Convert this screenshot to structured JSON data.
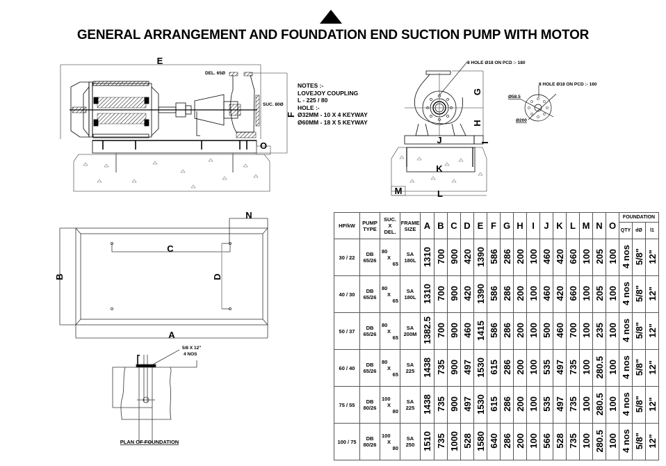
{
  "header": {
    "title": "GENERAL ARRANGEMENT AND FOUNDATION END SUCTION PUMP WITH MOTOR",
    "logo_icon": "triangle-logo-icon"
  },
  "side_view": {
    "dim_E": "E",
    "dim_F": "F",
    "dim_O": "O",
    "delivery_label": "DEL. 65Ø",
    "suction_label": "SUC. 80Ø"
  },
  "notes": {
    "lines": [
      "NOTES :-",
      "LOVEJOY COUPLING",
      "L - 225 / 80",
      "HOLE :-",
      "Ø32MM - 10 X 4 KEYWAY",
      "Ø60MM - 18 X 5 KEYWAY"
    ]
  },
  "end_view": {
    "flange_note_delivery": "8 HOLE Ø18 ON PCD :- 180",
    "flange_note_suction": "8 HOLE Ø18 ON PCD :- 160",
    "flange_inner_dia": "Ø58.5",
    "flange_outer_dia": "Ø200",
    "dim_G": "G",
    "dim_H": "H",
    "dim_I": "I",
    "dim_J": "J",
    "dim_K": "K",
    "dim_L": "L",
    "dim_M": "M"
  },
  "plan_view": {
    "dim_A": "A",
    "dim_B": "B",
    "dim_C": "C",
    "dim_D": "D",
    "dim_N": "N"
  },
  "bolt_detail": {
    "bolt_note_line1": "5/8 X 12\"",
    "bolt_note_line2": "4 NOS",
    "caption": "PLAN OF FOUNDATION"
  },
  "table": {
    "headers": {
      "hp_kw": "HP/kW",
      "pump_type": [
        "PUMP",
        "TYPE"
      ],
      "suc_del": [
        "SUC.",
        "X",
        "DEL."
      ],
      "frame_size": [
        "FRAME",
        "SIZE"
      ],
      "dims": [
        "A",
        "B",
        "C",
        "D",
        "E",
        "F",
        "G",
        "H",
        "I",
        "J",
        "K",
        "L",
        "M",
        "N",
        "O"
      ],
      "foundation": "FOUNDATION",
      "foundation_sub": [
        "QTY",
        "dØ",
        "l1"
      ]
    },
    "rows": [
      {
        "hp_kw": "30 / 22",
        "pump": [
          "DB",
          "65/26"
        ],
        "suc": "80",
        "del": "65",
        "frame": [
          "SA",
          "180L"
        ],
        "dims": [
          "1310",
          "700",
          "900",
          "420",
          "1390",
          "586",
          "286",
          "200",
          "100",
          "460",
          "420",
          "660",
          "100",
          "205",
          "100"
        ],
        "qty": "4 nos",
        "d": "5/8\"",
        "l1": "12\""
      },
      {
        "hp_kw": "40 / 30",
        "pump": [
          "DB",
          "65/26"
        ],
        "suc": "80",
        "del": "65",
        "frame": [
          "SA",
          "180L"
        ],
        "dims": [
          "1310",
          "700",
          "900",
          "420",
          "1390",
          "586",
          "286",
          "200",
          "100",
          "460",
          "420",
          "660",
          "100",
          "205",
          "100"
        ],
        "qty": "4 nos",
        "d": "5/8\"",
        "l1": "12\""
      },
      {
        "hp_kw": "50 / 37",
        "pump": [
          "DB",
          "65/26"
        ],
        "suc": "80",
        "del": "65",
        "frame": [
          "SA",
          "200M"
        ],
        "dims": [
          "1382.5",
          "700",
          "900",
          "460",
          "1415",
          "586",
          "286",
          "200",
          "100",
          "500",
          "460",
          "700",
          "100",
          "235",
          "100"
        ],
        "qty": "4 nos",
        "d": "5/8\"",
        "l1": "12\""
      },
      {
        "hp_kw": "60 / 40",
        "pump": [
          "DB",
          "65/26"
        ],
        "suc": "80",
        "del": "65",
        "frame": [
          "SA",
          "225"
        ],
        "dims": [
          "1438",
          "735",
          "900",
          "497",
          "1530",
          "615",
          "286",
          "200",
          "100",
          "535",
          "497",
          "735",
          "100",
          "280.5",
          "100"
        ],
        "qty": "4 nos",
        "d": "5/8\"",
        "l1": "12\""
      },
      {
        "hp_kw": "75 / 55",
        "pump": [
          "DB",
          "80/26"
        ],
        "suc": "100",
        "del": "80",
        "frame": [
          "SA",
          "225"
        ],
        "dims": [
          "1438",
          "735",
          "900",
          "497",
          "1530",
          "615",
          "286",
          "200",
          "100",
          "535",
          "497",
          "735",
          "100",
          "280.5",
          "100"
        ],
        "qty": "4 nos",
        "d": "5/8\"",
        "l1": "12\""
      },
      {
        "hp_kw": "100 / 75",
        "pump": [
          "DB",
          "80/26"
        ],
        "suc": "100",
        "del": "80",
        "frame": [
          "SA",
          "250"
        ],
        "dims": [
          "1510",
          "735",
          "1000",
          "528",
          "1580",
          "640",
          "286",
          "200",
          "100",
          "566",
          "528",
          "735",
          "100",
          "280.5",
          "100"
        ],
        "qty": "4 nos",
        "d": "5/8\"",
        "l1": "12\""
      }
    ]
  }
}
